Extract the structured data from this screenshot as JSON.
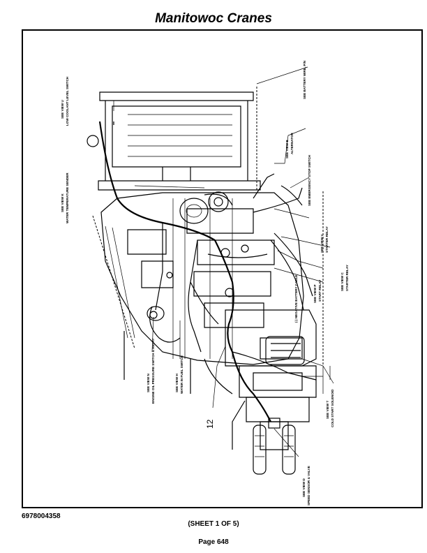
{
  "header": {
    "title": "Manitowoc Cranes"
  },
  "footer": {
    "doc_number": "6978004358",
    "sheet": "(SHEET 1 OF 5)",
    "page": "Page 648"
  },
  "diagram": {
    "callout_number": "12",
    "labels": {
      "view_u": "SEE VIEW U",
      "view_u_sub": "LOW COOLANT LEVEL SWITCH",
      "view_k": "SEE VIEW K",
      "view_k_sub": "WATER TEMPERATURE SENDER",
      "view_n": "SEE VIEW N",
      "view_n_sub": "ENGINE OIL PRESSURE SWITCH & RELAY",
      "view_h": "SEE VIEW H",
      "view_h_sub": "WATER IN FUEL SWITCH",
      "view_b": "SEE VIEW B",
      "view_b_sub": "ALTERNATOR",
      "battery": "SEE BATTERY WIRE, P/N",
      "emergency": "SEE EMERGENCY STOP SWITCH",
      "view_v": "SEE VIEW V",
      "view_v_sub": "STARTER RELAY",
      "view_c": "SEE VIEW C",
      "view_c_sub": "STARTER RELAY",
      "negative_cable": "(-) NEGATIVE BATTERY CABLE",
      "view_p": "SEE VIEW P",
      "view_p_sub": "START RELAY",
      "view_t": "SEE VIEW T",
      "view_t_sub": "COLD START SOLENOID",
      "view_d": "SEE VIEW D",
      "view_d_sub": "SPEED SENSOR & VALVE"
    }
  }
}
